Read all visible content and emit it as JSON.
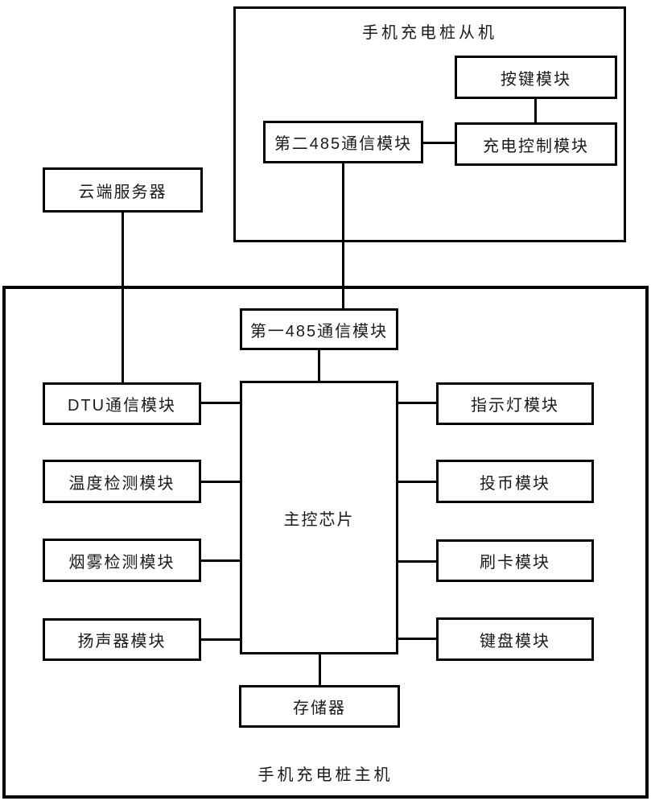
{
  "figure": {
    "background_color": "#ffffff",
    "line_color": "#000000",
    "slave_unit": {
      "title": "手机充电桩从机",
      "nodes": {
        "key_module": "按键模块",
        "second_485_module": "第二485通信模块",
        "charge_control_module": "充电控制模块"
      }
    },
    "cloud_server": {
      "label": "云端服务器"
    },
    "master_unit": {
      "title": "手机充电桩主机",
      "nodes": {
        "first_485_module": "第一485通信模块",
        "main_chip": "主控芯片",
        "memory": "存储器"
      },
      "left_modules": [
        "DTU通信模块",
        "温度检测模块",
        "烟雾检测模块",
        "扬声器模块"
      ],
      "right_modules": [
        "指示灯模块",
        "投币模块",
        "刷卡模块",
        "键盘模块"
      ]
    }
  }
}
